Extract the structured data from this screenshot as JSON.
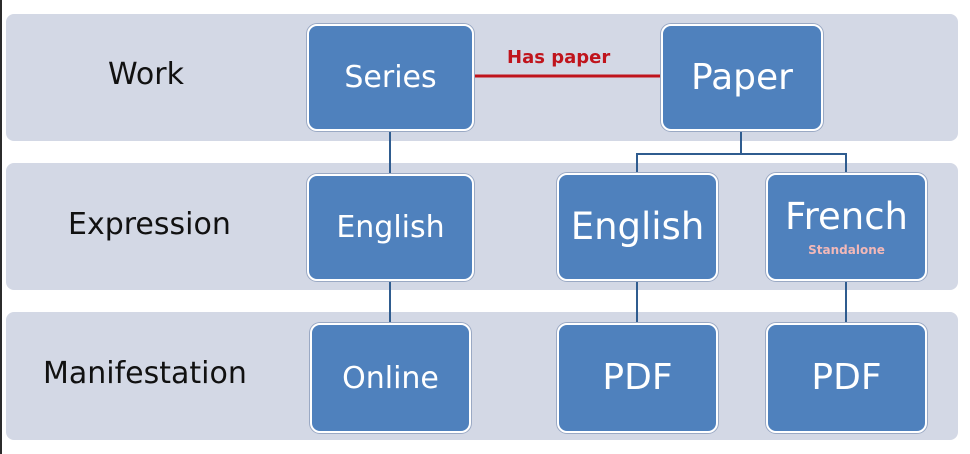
{
  "bands": {
    "work": "Work",
    "expression": "Expression",
    "manifestation": "Manifestation"
  },
  "nodes": {
    "series": "Series",
    "paper": "Paper",
    "series_english": "English",
    "paper_english": "English",
    "paper_french": "French",
    "paper_french_note": "Standalone",
    "online": "Online",
    "pdf_english": "PDF",
    "pdf_french": "PDF"
  },
  "relations": {
    "has_paper": "Has paper"
  },
  "colors": {
    "band": "#d3d8e5",
    "node": "#4f81bd",
    "connector": "#2f5c8f",
    "relation": "#c0141c"
  }
}
